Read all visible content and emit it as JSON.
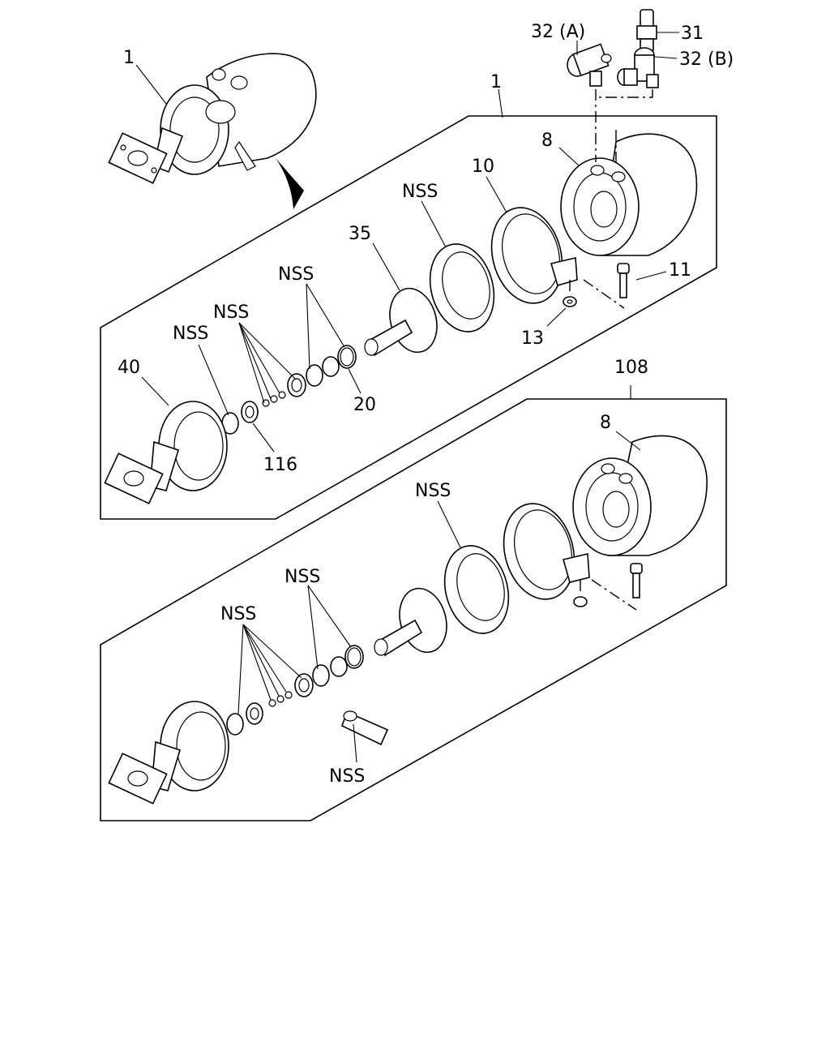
{
  "labels": {
    "asm_top": "1",
    "asm_main": "1",
    "part_31": "31",
    "part_32a": "32 (A)",
    "part_32b": "32 (B)",
    "part_8_upper": "8",
    "part_10": "10",
    "part_11": "11",
    "part_13": "13",
    "part_20": "20",
    "part_35": "35",
    "part_40": "40",
    "part_116": "116",
    "part_108": "108",
    "part_8_lower": "8",
    "nss_upper_ring": "NSS",
    "nss_upper_oring": "NSS",
    "nss_upper_balls": "NSS",
    "nss_upper_seal": "NSS",
    "nss_lower_ring": "NSS",
    "nss_lower_oring": "NSS",
    "nss_lower_balls": "NSS",
    "nss_lower_tube": "NSS"
  }
}
